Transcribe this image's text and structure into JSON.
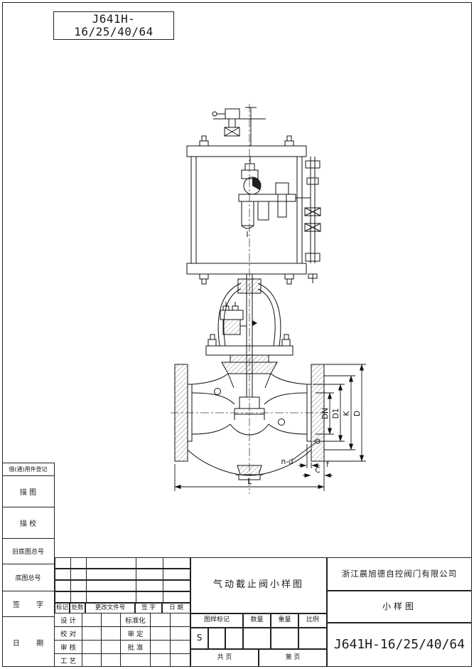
{
  "title_box": {
    "model": "J641H-16/25/40/64"
  },
  "left_panel": {
    "borrow_label": "借(通)用件登记",
    "trace_label": "描 图",
    "trace_check_label": "描 校",
    "old_base_label": "旧底图总号",
    "base_label": "底图总号",
    "sign_label": "签 字",
    "date_label": "日 期"
  },
  "drawing": {
    "dims": {
      "dn": "DN",
      "d1": "D1",
      "k": "K",
      "d": "D",
      "nd": "n-d",
      "f": "f",
      "c": "C",
      "l": "L"
    }
  },
  "title_block": {
    "rev_headers": [
      "标记",
      "处数",
      "更改文件号",
      "签 字",
      "日 期"
    ],
    "roles": [
      "设 计",
      "校 对",
      "审 核",
      "工 艺"
    ],
    "roles2": [
      "标准化",
      "审 定",
      "批 准"
    ],
    "drawing_name": "气动截止阀小样图",
    "company": "浙江晨旭德自控阀门有限公司",
    "doc_type": "小样图",
    "model": "J641H-16/25/40/64",
    "stage_header": "图样标记",
    "qty_header": "数量",
    "weight_header": "重量",
    "scale_header": "比例",
    "stage_value": "S",
    "total_pages": "共  页",
    "page_no": "第  页"
  }
}
